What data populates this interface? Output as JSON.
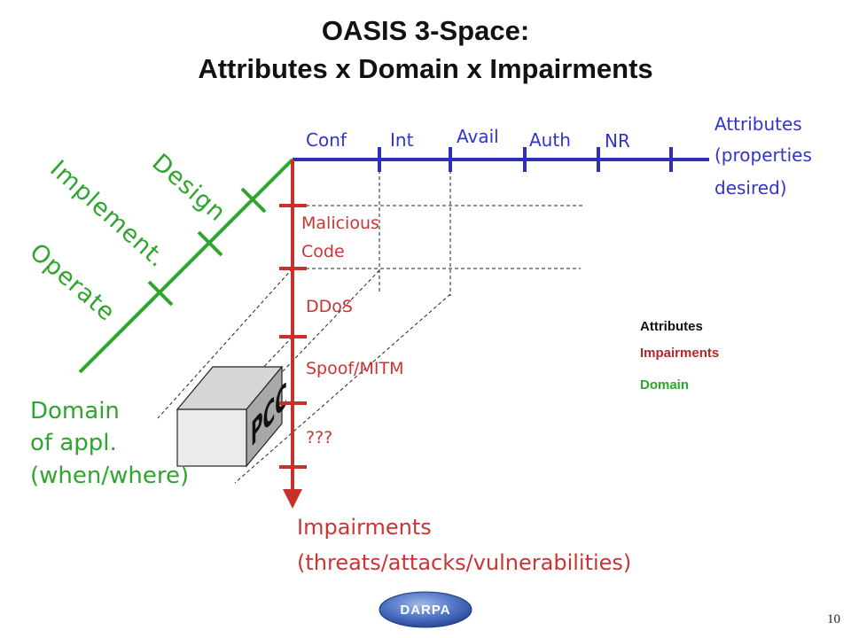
{
  "slide": {
    "title_line1": "OASIS 3-Space:",
    "title_line2": "Attributes x Domain x Impairments",
    "page_number": "10"
  },
  "attributes_axis": {
    "color": "#3333cc",
    "labels": [
      "Conf",
      "Int",
      "Avail",
      "Auth",
      "NR"
    ],
    "title_lines": [
      "Attributes",
      "(properties",
      "desired)"
    ]
  },
  "impairments_axis": {
    "color": "#c8302a",
    "labels": [
      [
        "Malicious",
        "Code"
      ],
      [
        "DDoS"
      ],
      [
        "Spoof/MITM"
      ],
      [
        "???"
      ]
    ],
    "title_lines": [
      "Impairments",
      "(threats/attacks/vulnerabilities)"
    ]
  },
  "domain_axis": {
    "color": "#2ea62e",
    "labels": [
      "Design",
      "Implement.",
      "Operate"
    ],
    "title_lines": [
      "Domain",
      "of appl.",
      "(when/where)"
    ]
  },
  "legend": [
    {
      "label": "Attributes",
      "color": "#111111"
    },
    {
      "label": "Impairments",
      "color": "#b3262a"
    },
    {
      "label": "Domain",
      "color": "#2ea62e"
    }
  ],
  "box": {
    "label": "PCC"
  },
  "logo": {
    "text": "DARPA"
  }
}
